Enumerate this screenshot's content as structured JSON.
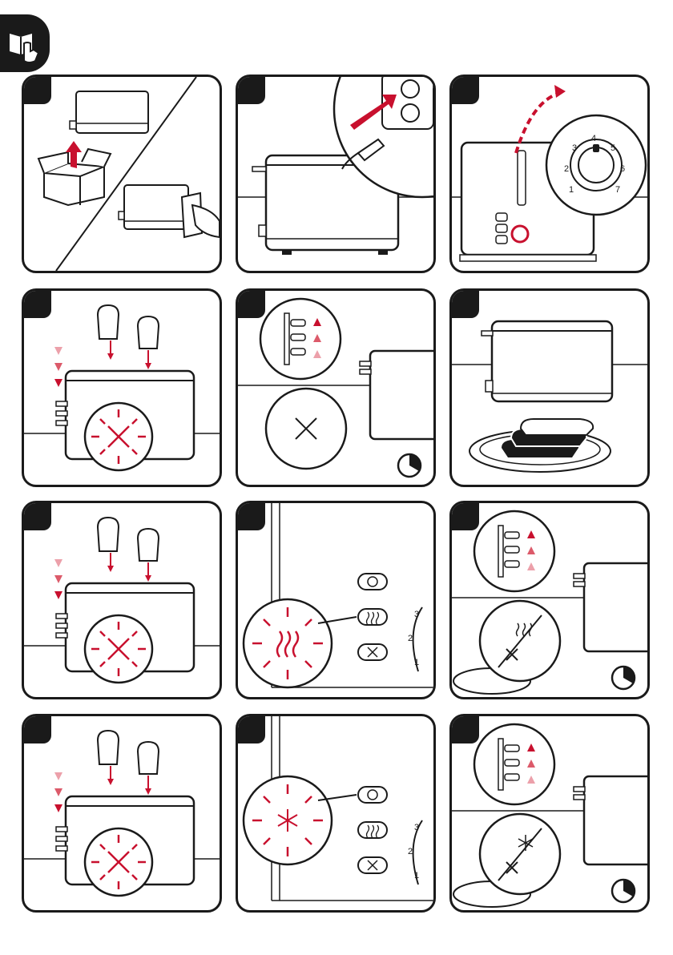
{
  "manual": {
    "section_icon": "read-manual-hand-book-icon",
    "steps": [
      {
        "row": 1,
        "col": 1,
        "scene": "unbox-and-wipe"
      },
      {
        "row": 1,
        "col": 2,
        "scene": "plug-into-socket"
      },
      {
        "row": 1,
        "col": 3,
        "scene": "set-browning-dial"
      },
      {
        "row": 2,
        "col": 1,
        "scene": "insert-bread-press-lever"
      },
      {
        "row": 2,
        "col": 2,
        "scene": "cancel-toasting"
      },
      {
        "row": 2,
        "col": 3,
        "scene": "toast-ready"
      },
      {
        "row": 3,
        "col": 1,
        "scene": "insert-bread-press-lever"
      },
      {
        "row": 3,
        "col": 2,
        "scene": "reheat-button"
      },
      {
        "row": 3,
        "col": 3,
        "scene": "reheat-cancel"
      },
      {
        "row": 4,
        "col": 1,
        "scene": "insert-bread-press-lever"
      },
      {
        "row": 4,
        "col": 2,
        "scene": "defrost-button"
      },
      {
        "row": 4,
        "col": 3,
        "scene": "defrost-cancel"
      }
    ],
    "dial_numbers": [
      "1",
      "2",
      "3",
      "4",
      "5",
      "6",
      "7"
    ],
    "side_numbers": [
      "3",
      "2",
      "1"
    ],
    "colors": {
      "accent_red": "#c8102e",
      "mid_red": "#dc5a6a",
      "light_red": "#eca0aa",
      "line": "#1a1a1a"
    }
  }
}
